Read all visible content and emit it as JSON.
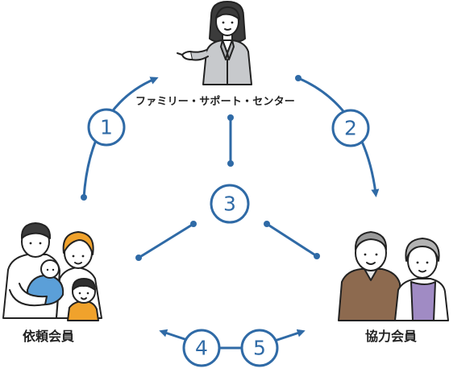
{
  "labels": {
    "center": "ファミリー・サポート・センター",
    "client": "依頼会員",
    "helper": "協力会員"
  },
  "steps": [
    "1",
    "2",
    "3",
    "4",
    "5"
  ],
  "colors": {
    "accent": "#2f6aa6",
    "staff_suit": "#c7c9cc",
    "man_sweater": "#8d6a4f",
    "woman_cardigan": "#a08bc4",
    "baby_clothes": "#5b9fd8",
    "mother_hair": "#f0a22c",
    "child_hair": "#2f2f2f"
  },
  "icons": [
    "staff-woman-illustration",
    "family-illustration",
    "senior-couple-illustration"
  ]
}
